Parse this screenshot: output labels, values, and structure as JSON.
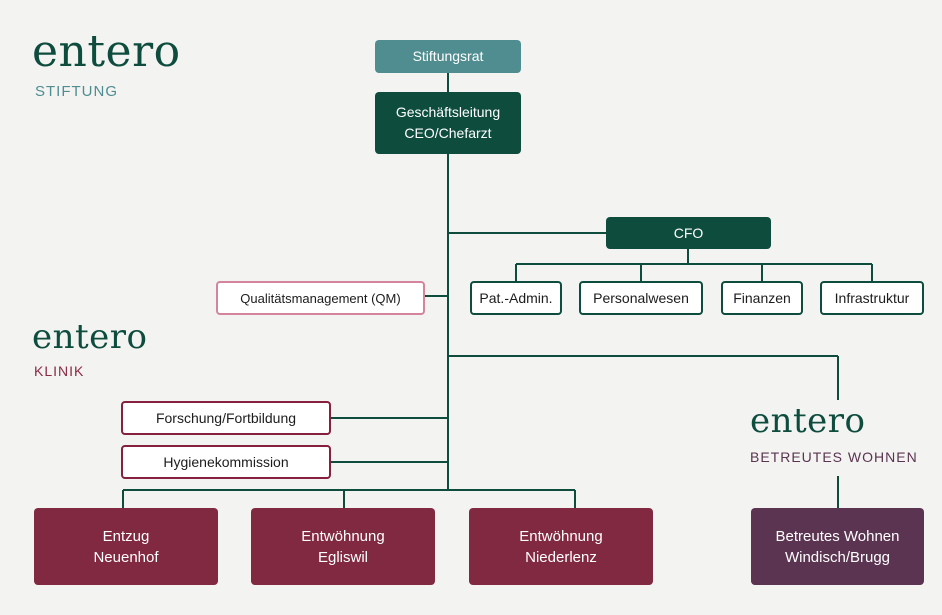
{
  "brands": {
    "stiftung": {
      "word": "entero",
      "sub": "STIFTUNG",
      "sub_color": "#4f8d90"
    },
    "klinik": {
      "word": "entero",
      "sub": "KLINIK",
      "sub_color": "#8a2a45"
    },
    "wohnen": {
      "word": "entero",
      "sub": "BETREUTES WOHNEN",
      "sub_color": "#5a3450"
    }
  },
  "nodes": {
    "stiftungsrat": "Stiftungsrat",
    "geschaeftsleitung": "Geschäftsleitung\nCEO/Chefarzt",
    "cfo": "CFO",
    "pat_admin": "Pat.-Admin.",
    "personalwesen": "Personalwesen",
    "finanzen": "Finanzen",
    "infrastruktur": "Infrastruktur",
    "qm": "Qualitätsmanagement (QM)",
    "forschung": "Forschung/Fortbildung",
    "hygiene": "Hygienekommission",
    "entzug": "Entzug\nNeuenhof",
    "egliswil": "Entwöhnung\nEgliswil",
    "niederlenz": "Entwöhnung\nNiederlenz",
    "betreutes_wohnen": "Betreutes Wohnen\nWindisch/Brugg"
  },
  "colors": {
    "teal": "#4f8d90",
    "dark_green": "#0e4d3e",
    "wine": "#812940",
    "purple": "#5a3450",
    "pink_border": "#d4859d",
    "background": "#f3f3f2"
  }
}
